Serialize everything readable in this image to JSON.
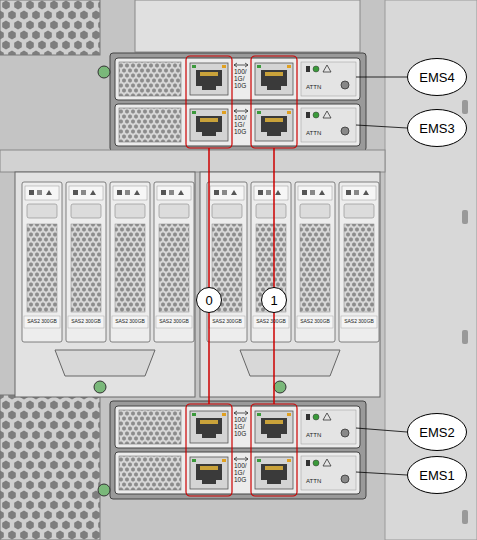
{
  "diagram": {
    "nodes": [
      {
        "text": [
          "EMS4"
        ]
      },
      {
        "text": [
          "EMS3"
        ]
      },
      {
        "text": [
          "0"
        ]
      },
      {
        "text": [
          "1"
        ]
      },
      {
        "text": [
          "EMS2"
        ]
      },
      {
        "text": [
          "EMS1"
        ]
      }
    ],
    "labels": [
      "100/ 1G/ 10G",
      "ATTN",
      "100/ 1G/ 10G",
      "ATTN",
      "SAS2 300GB",
      "SAS2 300GB",
      "SAS2 300GB",
      "SAS2 300GB",
      "SAS2 300GB",
      "SAS2 300GB",
      "SAS2 300GB",
      "SAS2 300GB",
      "100/ 1G/ 10G",
      "ATTN",
      "100/ 1G/ 10G",
      "ATTN"
    ]
  }
}
